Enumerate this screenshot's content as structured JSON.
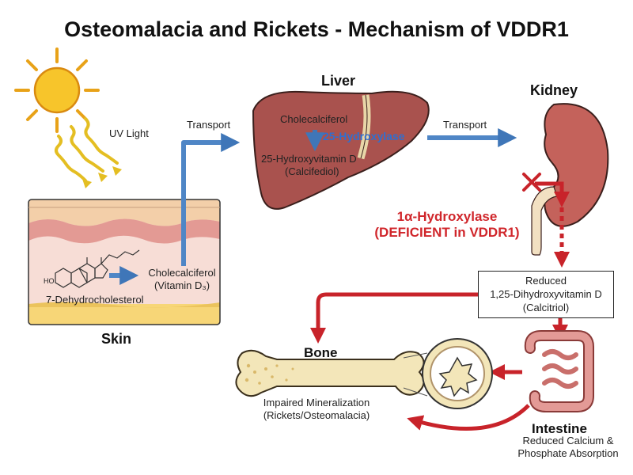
{
  "title": "Osteomalacia and Rickets - Mechanism of VDDR1",
  "sun": {
    "label": "UV Light"
  },
  "skin": {
    "label": "Skin",
    "precursor": "7-Dehydrocholesterol",
    "hydroxyl_group": "HO",
    "product_line1": "Cholecalciferol",
    "product_line2": "(Vitamin D₃)"
  },
  "transport": {
    "to_liver": "Transport",
    "to_kidney": "Transport"
  },
  "liver": {
    "label": "Liver",
    "substrate": "Cholecalciferol",
    "enzyme": "25-Hydroxylase",
    "product_line1": "25-Hydroxyvitamin D",
    "product_line2": "(Calcifediol)"
  },
  "kidney": {
    "label": "Kidney",
    "enzyme_line1": "1α-Hydroxylase",
    "enzyme_line2": "(DEFICIENT in VDDR1)"
  },
  "calcitriol_box": {
    "line1": "Reduced",
    "line2": "1,25-Dihydroxyvitamin D",
    "line3": "(Calcitriol)"
  },
  "bone": {
    "label": "Bone",
    "effect_line1": "Impaired Mineralization",
    "effect_line2": "(Rickets/Osteomalacia)"
  },
  "intestine": {
    "label": "Intestine",
    "effect_line1": "Reduced Calcium &",
    "effect_line2": "Phosphate Absorption"
  },
  "colors": {
    "sun": "#f7c52b",
    "sun_rays": "#e8a218",
    "uv_waves": "#e8c42a",
    "skin_top": "#f3cfa9",
    "skin_mid": "#e9a79e",
    "skin_fat": "#f7d677",
    "liver": "#a9524e",
    "liver_light": "#c06c62",
    "kidney": "#c4625b",
    "ureter": "#f2e0c2",
    "transport_arrow": "#4f86c6",
    "deficit_arrow": "#d0262b",
    "bone": "#f3e6b9",
    "bone_marrow": "#d9b86a",
    "intestine": "#e39a96"
  }
}
